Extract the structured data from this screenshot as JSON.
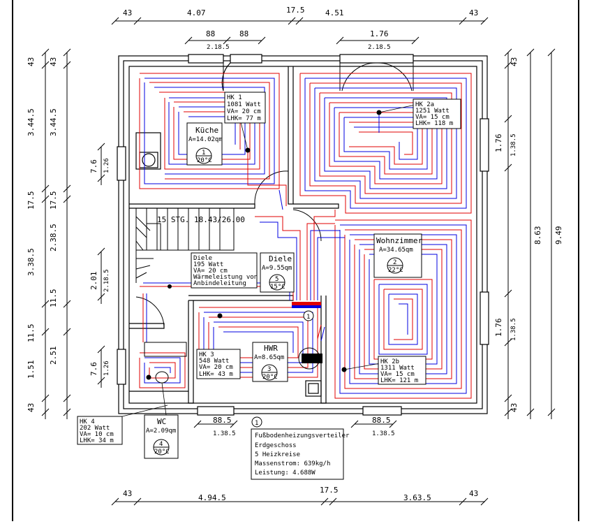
{
  "dimensions": {
    "top": [
      "43",
      "4.07",
      "17.5",
      "4.51",
      "43"
    ],
    "top_inner_left": [
      "88",
      "88",
      "2.18.5"
    ],
    "top_inner_right": [
      "1.76",
      "2.18.5"
    ],
    "bottom": [
      "43",
      "4.94.5",
      "17.5",
      "3.63.5",
      "43"
    ],
    "bottom_inner": [
      "88.5",
      "1.38.5",
      "88.5",
      "1.38.5"
    ],
    "left_outer": [
      "43",
      "3.44.5",
      "17.5",
      "3.38.5",
      "11.5",
      "1.51",
      "43"
    ],
    "left_inner": [
      "43",
      "3.44.5",
      "17.5",
      "2.38.5",
      "2.01",
      "2.18.5",
      "11.5",
      "2.51"
    ],
    "left_small": [
      "7.6",
      "1.26",
      "7.6",
      "1.26"
    ],
    "right": [
      "43",
      "1.76",
      "1.38.5",
      "8.63",
      "9.49",
      "1.76",
      "1.38.5",
      "43"
    ]
  },
  "stair_label": "15 STG. 18.43/26.00",
  "rooms": [
    {
      "name": "Küche",
      "area": "A=14.02qm",
      "num": "1",
      "temp": "20°C"
    },
    {
      "name": "Wohnzimmer",
      "area": "A=34.65qm",
      "num": "2",
      "temp": "22°C"
    },
    {
      "name": "HWR",
      "area": "A=8.65qm",
      "num": "3",
      "temp": "20°C"
    },
    {
      "name": "WC",
      "area": "A=2.09qm",
      "num": "4",
      "temp": "20°C"
    },
    {
      "name": "Diele",
      "area": "A=9.55qm",
      "num": "5",
      "temp": "15°C"
    }
  ],
  "circuits": [
    {
      "lines": [
        "HK 1",
        "1081 Watt",
        "VA= 20 cm",
        "LHK= 77 m"
      ]
    },
    {
      "lines": [
        "HK 2a",
        "1251 Watt",
        "VA= 15 cm",
        "LHK= 118 m"
      ]
    },
    {
      "lines": [
        "HK 2b",
        "1311 Watt",
        "VA= 15 cm",
        "LHK= 121 m"
      ]
    },
    {
      "lines": [
        "HK 3",
        "548 Watt",
        "VA= 20 cm",
        "LHK= 43 m"
      ]
    },
    {
      "lines": [
        "HK 4",
        "202 Watt",
        "VA= 10 cm",
        "LHK= 34 m"
      ]
    },
    {
      "lines": [
        "Diele",
        "195 Watt",
        "VA= 20 cm",
        "Wärmeleistung von",
        "Anbindeleitung"
      ]
    }
  ],
  "distributor_marker": "1",
  "legend": {
    "marker": "1",
    "lines": [
      "Fußbodenheizungsverteiler",
      "Erdgeschoss",
      "5 Heizkreise",
      "Massenstrom: 639kg/h",
      "Leistung: 4.688W"
    ]
  },
  "colors": {
    "supply": "#e00000",
    "return": "#0000e0",
    "wall": "#000000"
  }
}
